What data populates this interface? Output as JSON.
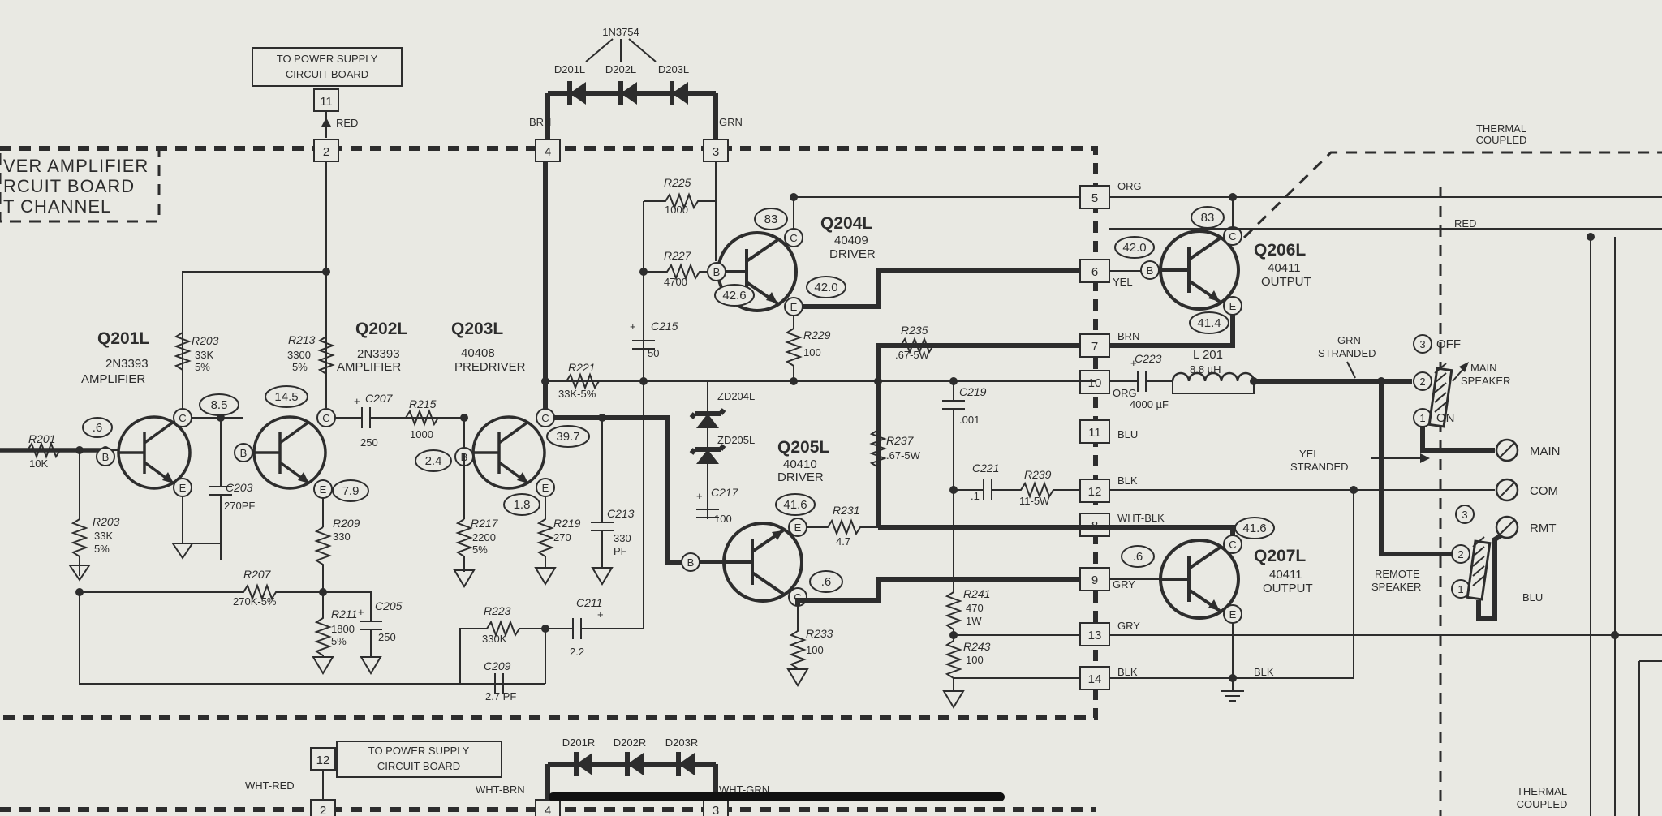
{
  "diagram": {
    "supply_box_top": [
      "TO POWER SUPPLY",
      "CIRCUIT BOARD"
    ],
    "supply_box_bottom": [
      "TO POWER SUPPLY",
      "CIRCUIT BOARD"
    ],
    "board_label": [
      "VER AMPLIFIER",
      "RCUIT BOARD",
      "T CHANNEL"
    ],
    "thermal_top": [
      "THERMAL",
      "COUPLED"
    ],
    "thermal_bottom": [
      "THERMAL",
      "COUPLED"
    ],
    "diode_part": "1N3754",
    "diodes_top": [
      "D201L",
      "D202L",
      "D203L"
    ],
    "diodes_bottom": [
      "D201R",
      "D202R",
      "D203R"
    ],
    "terminals": {
      "t2": "2",
      "t3": "3",
      "t4": "4",
      "t5": "5",
      "t6": "6",
      "t7": "7",
      "t8": "8",
      "t9": "9",
      "t10": "10",
      "t11": "11",
      "t12": "12",
      "t13": "13",
      "t14": "14",
      "t11top": "11",
      "t12bot": "12",
      "t2bot": "2",
      "t4bot": "4",
      "t3bot": "3"
    },
    "wire_colors": {
      "red": "RED",
      "brn": "BRN",
      "grn": "GRN",
      "org": "ORG",
      "yel": "YEL",
      "brn7": "BRN",
      "org10": "ORG",
      "blu": "BLU",
      "blk12": "BLK",
      "whtblk": "WHT-BLK",
      "gry": "GRY",
      "gry13": "GRY",
      "blk14": "BLK",
      "red_right": "RED",
      "blk_right": "BLK",
      "wht_red": "WHT-RED",
      "wht_brn": "WHT-BRN",
      "wht_grn": "WHT-GRN",
      "blu_sw": "BLU"
    },
    "transistors": {
      "q201": {
        "name": "Q201L",
        "type": "2N3393",
        "role": "AMPLIFIER"
      },
      "q202": {
        "name": "Q202L",
        "type": "2N3393",
        "role": "AMPLIFIER"
      },
      "q203": {
        "name": "Q203L",
        "type": "40408",
        "role": "PREDRIVER"
      },
      "q204": {
        "name": "Q204L",
        "type": "40409",
        "role": "DRIVER"
      },
      "q205": {
        "name": "Q205L",
        "type": "40410",
        "role": "DRIVER"
      },
      "q206": {
        "name": "Q206L",
        "type": "40411",
        "role": "OUTPUT"
      },
      "q207": {
        "name": "Q207L",
        "type": "40411",
        "role": "OUTPUT"
      }
    },
    "voltages": {
      "q201b": ".6",
      "q202b": "8.5",
      "q202c": "14.5",
      "q202e": "7.9",
      "q203b": "2.4",
      "q203c": "39.7",
      "q203e": "1.8",
      "q204c": "83",
      "q204b": "42.6",
      "q204e": "42.0",
      "q206c": "83",
      "q206b": "42.0",
      "q206e": "41.4",
      "q205b": "41.6",
      "q205c": ".6",
      "q207c": "41.6",
      "q207b": ".6"
    },
    "components": {
      "r201": [
        "R201",
        "10K"
      ],
      "r203a": [
        "R203",
        "33K",
        "5%"
      ],
      "r203b": [
        "R203",
        "33K",
        "5%"
      ],
      "r213": [
        "R213",
        "3300",
        "5%"
      ],
      "c207": [
        "C207",
        "250"
      ],
      "r215": [
        "R215",
        "1000"
      ],
      "c203": [
        "C203",
        "270PF"
      ],
      "r209": [
        "R209",
        "330"
      ],
      "r207": [
        "R207",
        "270K-5%"
      ],
      "r211": [
        "R211",
        "1800",
        "5%"
      ],
      "c205": [
        "C205",
        "250"
      ],
      "r217": [
        "R217",
        "2200",
        "5%"
      ],
      "r219": [
        "R219",
        "270"
      ],
      "c213": [
        "C213",
        "330",
        "PF"
      ],
      "r223": [
        "R223",
        "330K"
      ],
      "c211": [
        "C211",
        "2.2"
      ],
      "c209": [
        "C209",
        "2.7 PF"
      ],
      "r225": [
        "R225",
        "1000"
      ],
      "r227": [
        "R227",
        "4700"
      ],
      "c215": [
        "C215",
        "50"
      ],
      "r221": [
        "R221",
        "33K-5%"
      ],
      "zd204": "ZD204L",
      "zd205": "ZD205L",
      "c217": [
        "C217",
        "100"
      ],
      "r229": [
        "R229",
        "100"
      ],
      "r231": [
        "R231",
        "4.7"
      ],
      "r233": [
        "R233",
        "100"
      ],
      "r235": [
        "R235",
        ".67-5W"
      ],
      "r237": [
        "R237",
        ".67-5W"
      ],
      "c219": [
        "C219",
        ".001"
      ],
      "c221": [
        "C221",
        ".1"
      ],
      "r239": [
        "R239",
        "11-5W"
      ],
      "r241": [
        "R241",
        "470",
        "1W"
      ],
      "r243": [
        "R243",
        "100"
      ],
      "c223": [
        "C223",
        "4000 µF"
      ],
      "l201": [
        "L 201",
        "8.8 µH"
      ]
    },
    "speaker": {
      "grn_stranded": [
        "GRN",
        "STRANDED"
      ],
      "yel_stranded": [
        "YEL",
        "STRANDED"
      ],
      "sw3_off": "OFF",
      "main_speaker": [
        "MAIN",
        "SPEAKER"
      ],
      "on": "ON",
      "main": "MAIN",
      "com": "COM",
      "rmt": "RMT",
      "remote_speaker": [
        "REMOTE",
        "SPEAKER"
      ],
      "pin3": "3",
      "pin2": "2",
      "pin1": "1",
      "pin3b": "3",
      "pin2b": "2",
      "pin1b": "1"
    }
  }
}
